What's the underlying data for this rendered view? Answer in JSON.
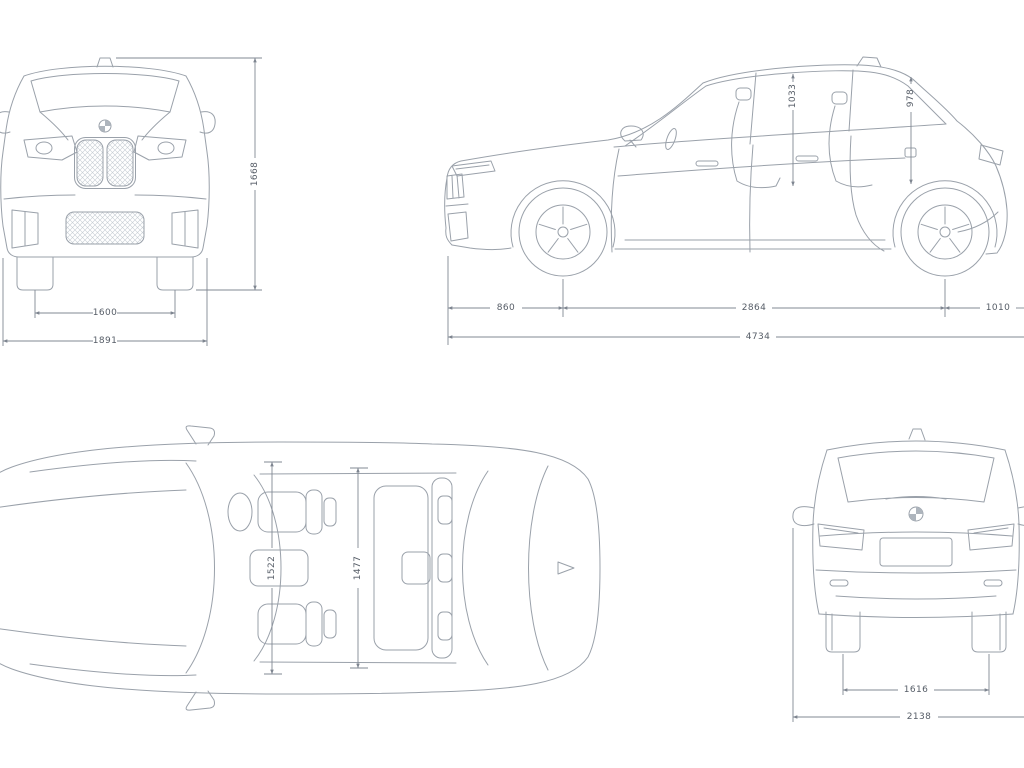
{
  "views": {
    "front": {
      "dims": {
        "height": "1668",
        "track_width": "1600",
        "overall_width": "1891"
      }
    },
    "side": {
      "dims": {
        "headroom_front": "1033",
        "headroom_rear": "978",
        "front_overhang": "860",
        "wheelbase": "2864",
        "rear_overhang": "1010",
        "overall_length": "4734"
      }
    },
    "top": {
      "dims": {
        "interior_width_front": "1522",
        "interior_width_rear": "1477"
      }
    },
    "rear": {
      "dims": {
        "rear_track": "1616",
        "width_incl_mirrors": "2138"
      }
    }
  },
  "colors": {
    "background": "#ffffff",
    "car_line": "#9aa1aa",
    "dim_line": "#818893",
    "label": "#565d67"
  }
}
